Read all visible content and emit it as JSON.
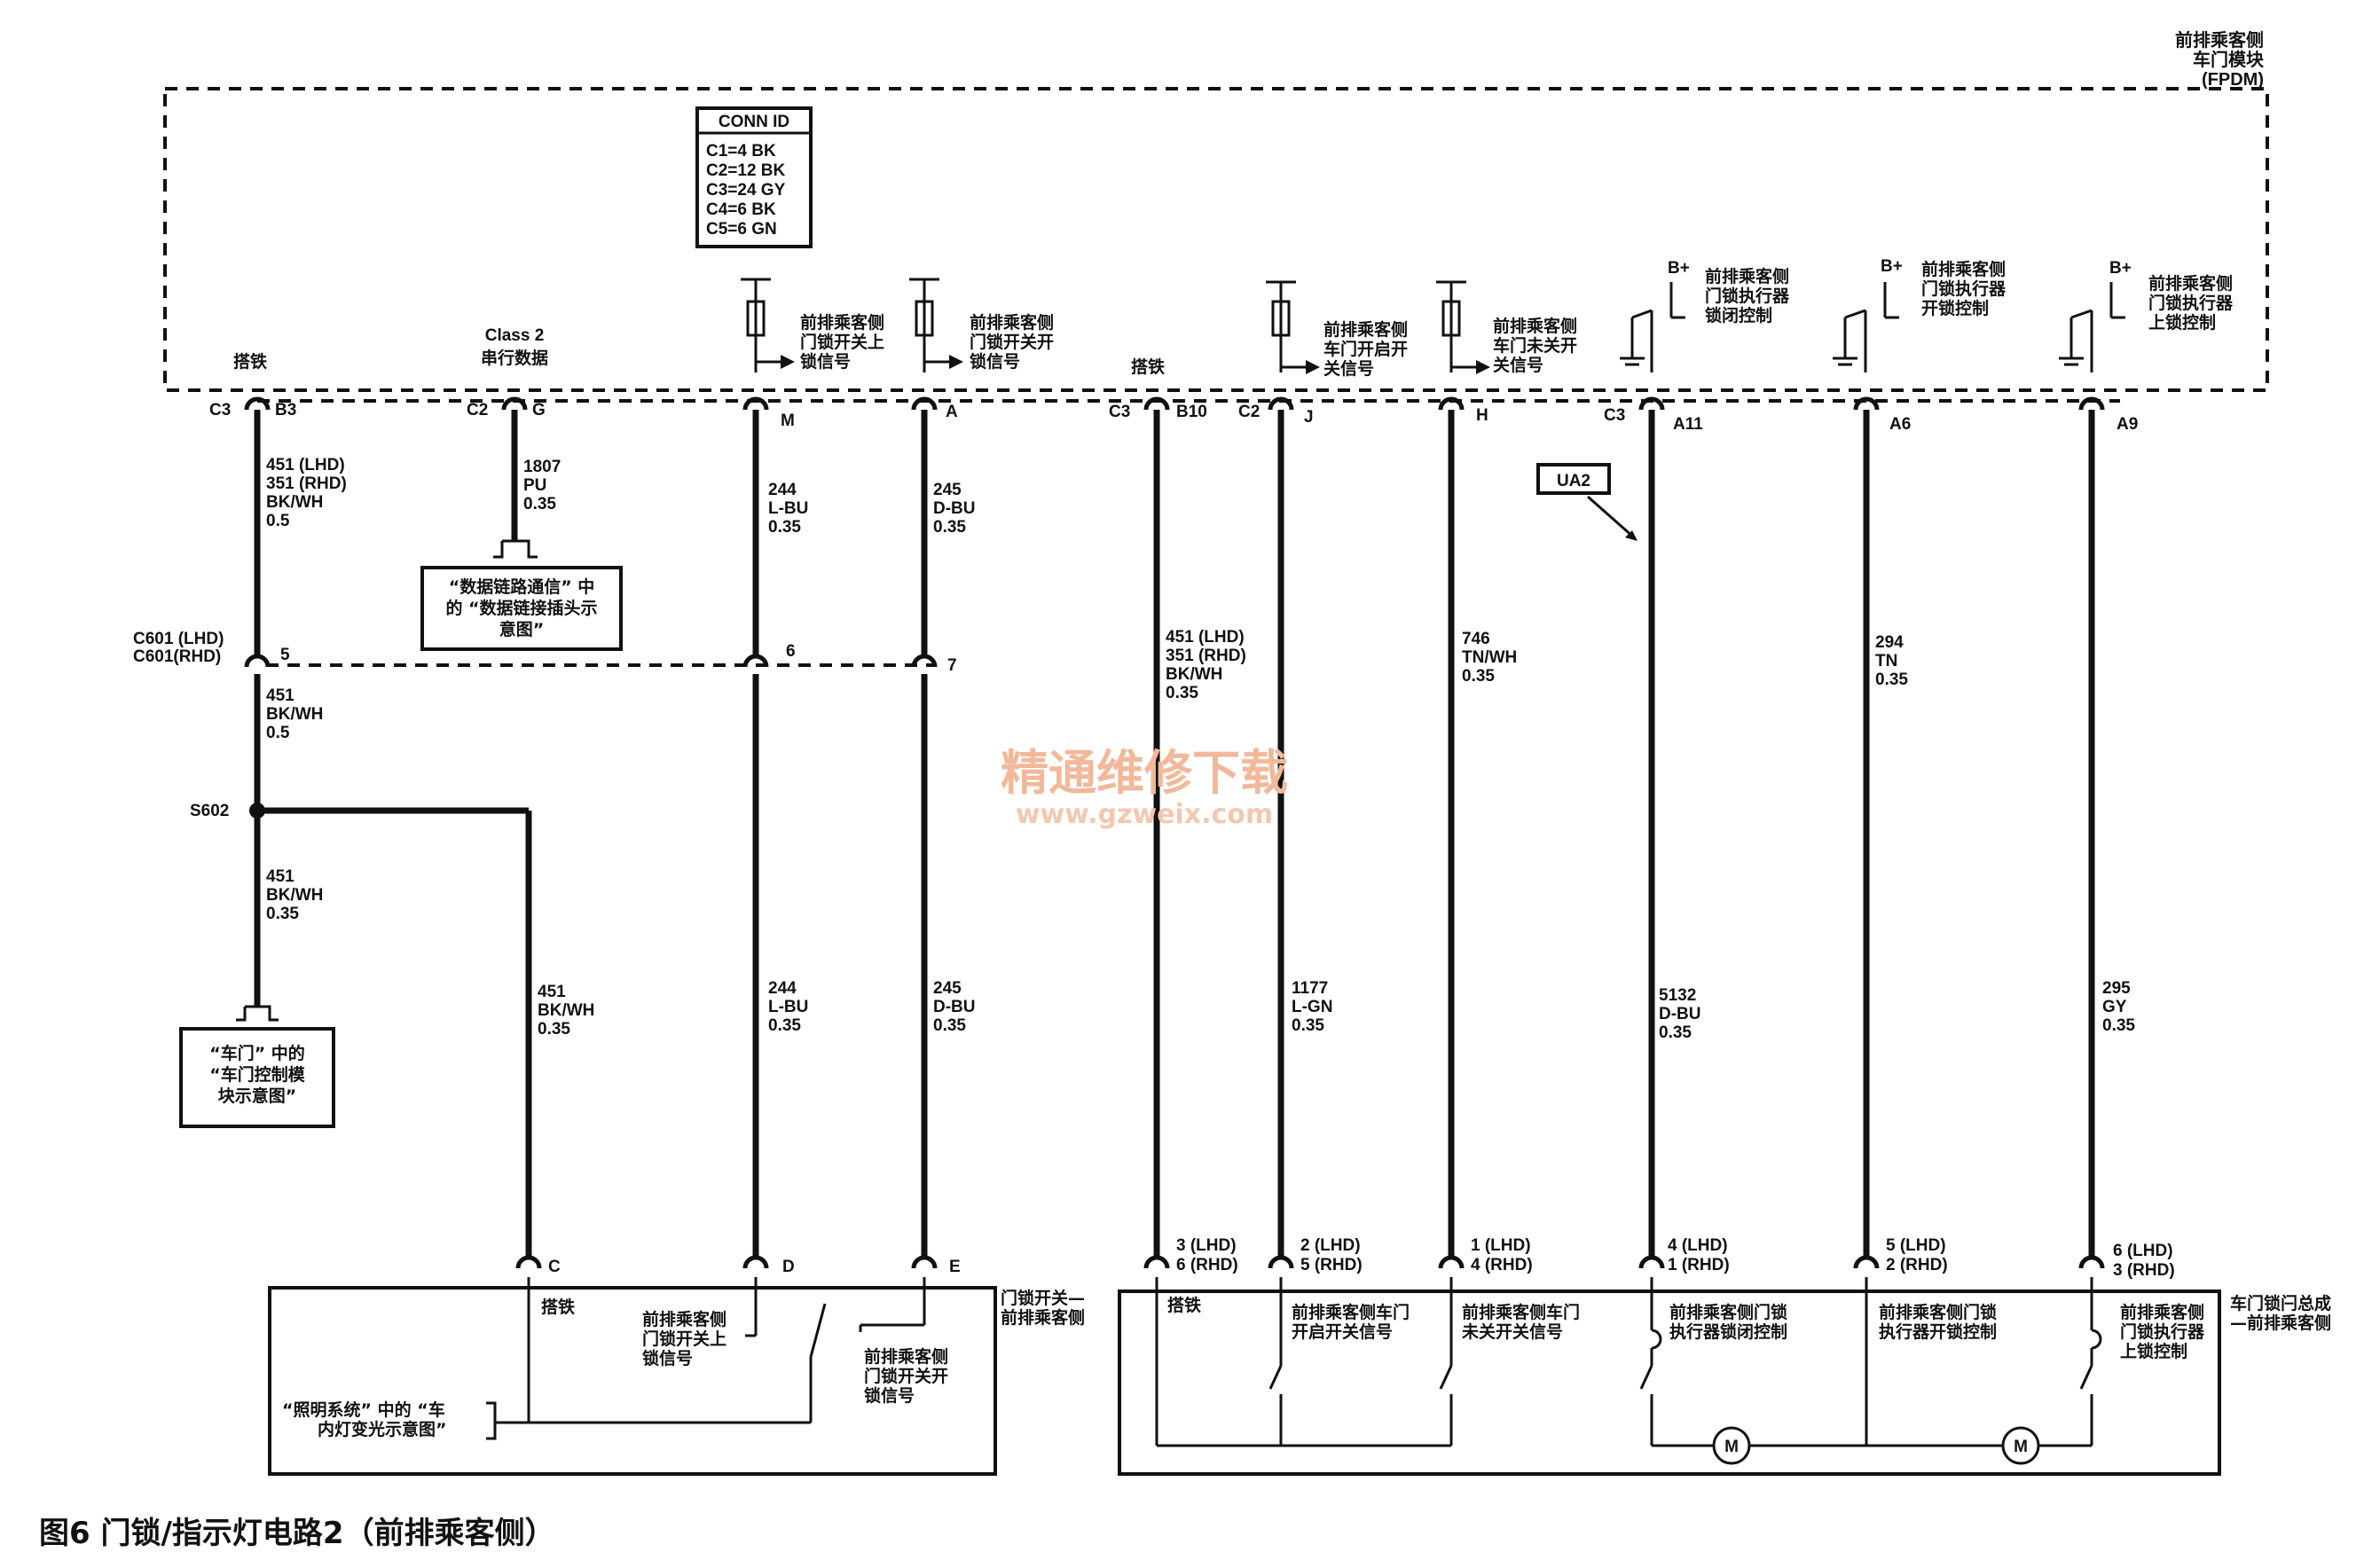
{
  "module": {
    "name": [
      "前排乘客侧",
      "车门模块",
      "(FPDM)"
    ]
  },
  "conn_id": {
    "title": "CONN ID",
    "rows": [
      "C1=4 BK",
      "C2=12 BK",
      "C3=24 GY",
      "C4=6 BK",
      "C5=6 GN"
    ]
  },
  "top_labels": {
    "ground1": "搭铁",
    "class2": [
      "Class 2",
      "串行数据"
    ],
    "ground2": "搭铁",
    "sw_unlock": [
      "前排乘客侧",
      "门锁开关上",
      "锁信号"
    ],
    "sw_open": [
      "前排乘客侧",
      "门锁开关开",
      "锁信号"
    ],
    "door_open": [
      "前排乘客侧",
      "车门开启开",
      "关信号"
    ],
    "door_ajar": [
      "前排乘客侧",
      "车门未关开",
      "关信号"
    ],
    "act_lock": [
      "前排乘客侧",
      "门锁执行器",
      "锁闭控制"
    ],
    "act_unlock": [
      "前排乘客侧",
      "门锁执行器",
      "开锁控制"
    ],
    "act_up": [
      "前排乘客侧",
      "门锁执行器",
      "上锁控制"
    ],
    "bplus": "B+"
  },
  "pins": {
    "c3": "C3",
    "b3": "B3",
    "c2": "C2",
    "g": "G",
    "m": "M",
    "a": "A",
    "c3b": "C3",
    "b10": "B10",
    "c2b": "C2",
    "j": "J",
    "h": "H",
    "c3c": "C3",
    "a11": "A11",
    "a6": "A6",
    "a9": "A9"
  },
  "wires": {
    "w451a": [
      "451 (LHD)",
      "351 (RHD)",
      "BK/WH",
      "0.5"
    ],
    "w1807": [
      "1807",
      "PU",
      "0.35"
    ],
    "w244": [
      "244",
      "L-BU",
      "0.35"
    ],
    "w245": [
      "245",
      "D-BU",
      "0.35"
    ],
    "w451b": [
      "451 (LHD)",
      "351 (RHD)",
      "BK/WH",
      "0.35"
    ],
    "w746": [
      "746",
      "TN/WH",
      "0.35"
    ],
    "w294": [
      "294",
      "TN",
      "0.35"
    ],
    "w451c": [
      "451",
      "BK/WH",
      "0.5"
    ],
    "w451d": [
      "451",
      "BK/WH",
      "0.35"
    ],
    "w451e": [
      "451",
      "BK/WH",
      "0.35"
    ],
    "w244b": [
      "244",
      "L-BU",
      "0.35"
    ],
    "w245b": [
      "245",
      "D-BU",
      "0.35"
    ],
    "w1177": [
      "1177",
      "L-GN",
      "0.35"
    ],
    "w5132": [
      "5132",
      "D-BU",
      "0.35"
    ],
    "w295": [
      "295",
      "GY",
      "0.35"
    ]
  },
  "refs": {
    "dlc": [
      "“数据链路通信” 中",
      "的 “数据链接插头示",
      "意图”"
    ],
    "c601": [
      "C601 (LHD)",
      "C601(RHD)"
    ],
    "s602": "S602",
    "door": [
      "“车门” 中的",
      "“车门控制模",
      "块示意图”"
    ],
    "ua2": "UA2",
    "lighting": [
      "“照明系统” 中的 “车",
      "内灯变光示意图”"
    ]
  },
  "inline_pins": {
    "p5": "5",
    "p6": "6",
    "p7": "7"
  },
  "bottom": {
    "pinC": "C",
    "pinD": "D",
    "pinE": "E",
    "ground": "搭铁",
    "sw_unlock": [
      "前排乘客侧",
      "门锁开关上",
      "锁信号"
    ],
    "sw_open": [
      "前排乘客侧",
      "门锁开关开",
      "锁信号"
    ],
    "switch_title": [
      "门锁开关—",
      "前排乘客侧"
    ],
    "p3": [
      "3 (LHD)",
      "6 (RHD)"
    ],
    "p2": [
      "2 (LHD)",
      "5 (RHD)"
    ],
    "p1": [
      "1 (LHD)",
      "4 (RHD)"
    ],
    "p4": [
      "4 (LHD)",
      "1 (RHD)"
    ],
    "p5": [
      "5 (LHD)",
      "2 (RHD)"
    ],
    "p6": [
      "6 (LHD)",
      "3 (RHD)"
    ],
    "ground2": "搭铁",
    "door_open": [
      "前排乘客侧车门",
      "开启开关信号"
    ],
    "door_ajar": [
      "前排乘客侧车门",
      "未关开关信号"
    ],
    "act_lock": [
      "前排乘客侧门锁",
      "执行器锁闭控制"
    ],
    "act_unlock": [
      "前排乘客侧门锁",
      "执行器开锁控制"
    ],
    "act_up": [
      "前排乘客侧",
      "门锁执行器",
      "上锁控制"
    ],
    "latch_title": [
      "车门锁闩总成",
      "—前排乘客侧"
    ],
    "motor": "M"
  },
  "watermark": {
    "cn": "精通维修下载",
    "url": "www.gzweix.com"
  },
  "caption": "图6   门锁/指示灯电路2（前排乘客侧）"
}
